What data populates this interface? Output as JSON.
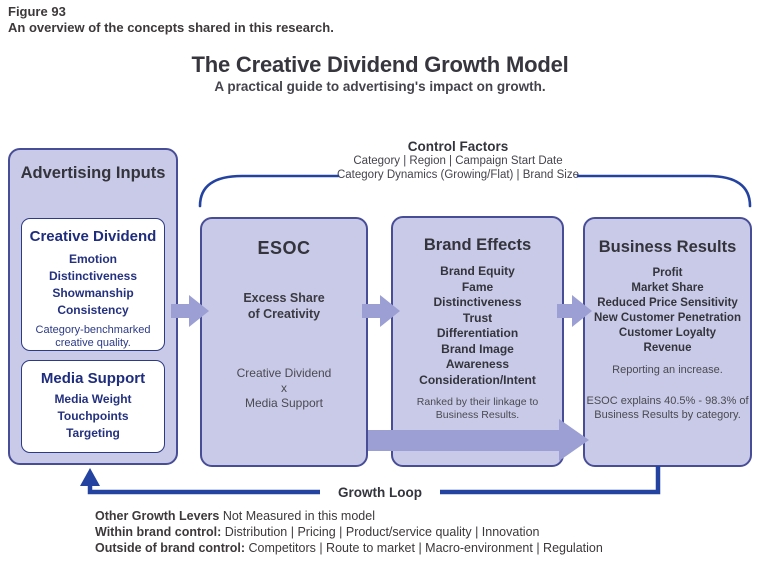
{
  "colors": {
    "box_fill": "#c9cae7",
    "box_border": "#474d97",
    "inner_border": "#2d3a85",
    "arrow_lavender": "#9b9fd4",
    "line_navy": "#2443a0",
    "text_dark": "#33343c",
    "text_navy": "#1f2d7e"
  },
  "figure": {
    "label": "Figure 93",
    "caption": "An overview of the concepts shared in this research."
  },
  "title": {
    "main": "The Creative Dividend Growth Model",
    "subtitle": "A practical guide to advertising's impact on growth."
  },
  "control_factors": {
    "heading": "Control Factors",
    "lines": [
      "Category | Region | Campaign Start Date",
      "Category Dynamics (Growing/Flat) | Brand Size"
    ]
  },
  "advertising_inputs": {
    "title": "Advertising Inputs",
    "creative_dividend": {
      "title": "Creative Dividend",
      "items": [
        "Emotion",
        "Distinctiveness",
        "Showmanship",
        "Consistency"
      ],
      "note": "Category-benchmarked\ncreative quality."
    },
    "media_support": {
      "title": "Media Support",
      "items": [
        "Media Weight",
        "Touchpoints",
        "Targeting"
      ]
    }
  },
  "esoc": {
    "title": "ESOC",
    "definition": "Excess Share\nof Creativity",
    "formula": "Creative Dividend\nx\nMedia Support"
  },
  "brand_effects": {
    "title": "Brand Effects",
    "items": [
      "Brand Equity",
      "Fame",
      "Distinctiveness",
      "Trust",
      "Differentiation",
      "Brand Image",
      "Awareness",
      "Consideration/Intent"
    ],
    "note": "Ranked by their linkage to\nBusiness Results."
  },
  "business_results": {
    "title": "Business Results",
    "items": [
      "Profit",
      "Market Share",
      "Reduced Price Sensitivity",
      "New Customer Penetration",
      "Customer Loyalty",
      "Revenue"
    ],
    "note": "Reporting an increase.",
    "stat": "ESOC explains 40.5% - 98.3% of\nBusiness Results by category."
  },
  "growth_loop": {
    "label": "Growth Loop"
  },
  "other_levers": {
    "line1_bold": "Other Growth Levers",
    "line1_rest": " Not Measured in this model",
    "line2_bold": "Within brand control:",
    "line2_rest": " Distribution | Pricing | Product/service quality | Innovation",
    "line3_bold": "Outside of brand control:",
    "line3_rest": " Competitors | Route to market | Macro-environment | Regulation"
  }
}
